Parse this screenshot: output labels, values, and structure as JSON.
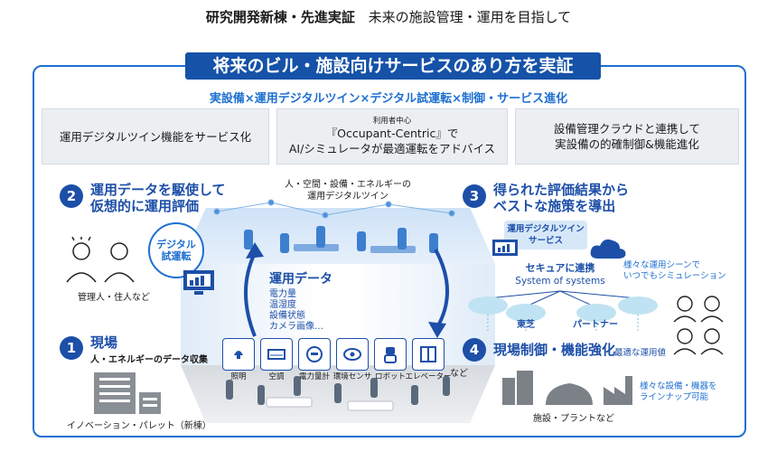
{
  "header": {
    "bold": "研究開発新棟・先進実証",
    "normal": "未来の施設管理・運用を目指して"
  },
  "banner": "将来のビル・施設向けサービスのあり方を実証",
  "subtitle": "実設備×運用デジタルツイン×デジタル試運転×制御・サービス進化",
  "concepts": [
    {
      "line1": "運用デジタルツイン機能をサービス化"
    },
    {
      "small": "利用者中心",
      "line1": "『Occupant-Centric』で",
      "line2": "AI/シミュレータが最適運転をアドバイス"
    },
    {
      "line1": "設備管理クラウドと連携して",
      "line2": "実設備の的確制御&機能進化"
    }
  ],
  "steps": {
    "s1": {
      "num": "1",
      "title": "現場",
      "sub": "人・エネルギーのデータ収集"
    },
    "s2": {
      "num": "2",
      "title1": "運用データを駆使して",
      "title2": "仮想的に運用評価"
    },
    "s3": {
      "num": "3",
      "title1": "得られた評価結果から",
      "title2": "ベストな施策を導出"
    },
    "s4": {
      "num": "4",
      "title": "現場制御・機能強化",
      "sub": "最適な運用値"
    }
  },
  "digital_trial": {
    "line1": "デジタル",
    "line2": "試運転"
  },
  "admin_label": "管理人・住人など",
  "twin_label": {
    "line1": "人・空間・設備・エネルギーの",
    "line2": "運用デジタルツイン"
  },
  "ops_data": {
    "title": "運用データ",
    "items": [
      "電力量",
      "温湿度",
      "設備状態",
      "カメラ画像…"
    ]
  },
  "sensors": [
    {
      "label": "照明",
      "icon": "lighting-icon"
    },
    {
      "label": "空調",
      "icon": "aircon-icon"
    },
    {
      "label": "電力量計",
      "icon": "power-meter-icon"
    },
    {
      "label": "環境センサ",
      "icon": "env-sensor-icon"
    },
    {
      "label": "ロボット",
      "icon": "robot-icon"
    },
    {
      "label": "エレベーター",
      "icon": "elevator-icon"
    }
  ],
  "sensors_etc": "など",
  "building_label": "イノベーション・パレット（新棟）",
  "service": {
    "line1": "運用デジタルツイン",
    "line2": "サービス"
  },
  "simulation": {
    "line1": "様々な運用シーンで",
    "line2": "いつでもシミュレーション"
  },
  "security": {
    "line1": "セキュアに連携",
    "line2": "System of systems"
  },
  "partners": {
    "toshiba": "東芝",
    "partner": "パートナー"
  },
  "lineup": {
    "line1": "様々な設備・機器を",
    "line2": "ラインナップ可能"
  },
  "plants_label": "施設・プラントなど",
  "colors": {
    "accent": "#1d4fa8",
    "brand": "#1552a8",
    "link": "#1d6fd0"
  }
}
